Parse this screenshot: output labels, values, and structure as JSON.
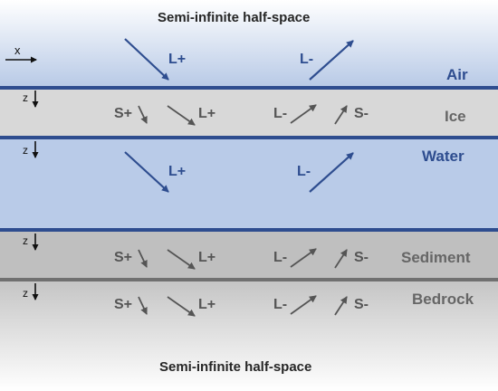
{
  "top_label": "Semi-infinite half-space",
  "bottom_label": "Semi-infinite half-space",
  "x_axis_label": "x",
  "z_axis_label": "z",
  "layers": [
    {
      "name": "Air",
      "color": "#2e4d8f",
      "fill_top": "#ffffff",
      "fill_bottom": "#b7c9e6",
      "waves": [
        "L+",
        "L-"
      ]
    },
    {
      "name": "Ice",
      "color": "#666666",
      "fill": "#d8d8d8",
      "waves": [
        "S+",
        "L+",
        "L-",
        "S-"
      ]
    },
    {
      "name": "Water",
      "color": "#2e4d8f",
      "fill": "#b9cbe8",
      "waves": [
        "L+",
        "L-"
      ]
    },
    {
      "name": "Sediment",
      "color": "#666666",
      "fill": "#bfbfbf",
      "waves": [
        "S+",
        "L+",
        "L-",
        "S-"
      ]
    },
    {
      "name": "Bedrock",
      "color": "#666666",
      "fill_top": "#c4c4c4",
      "fill_bottom": "#ffffff",
      "waves": [
        "S+",
        "L+",
        "L-",
        "S-"
      ]
    }
  ],
  "colors": {
    "interface_blue": "#2e4d8f",
    "interface_grey": "#6e6e6e",
    "text_dark": "#262626",
    "arrow_blue": "#2e4d8f",
    "arrow_grey": "#555555"
  }
}
